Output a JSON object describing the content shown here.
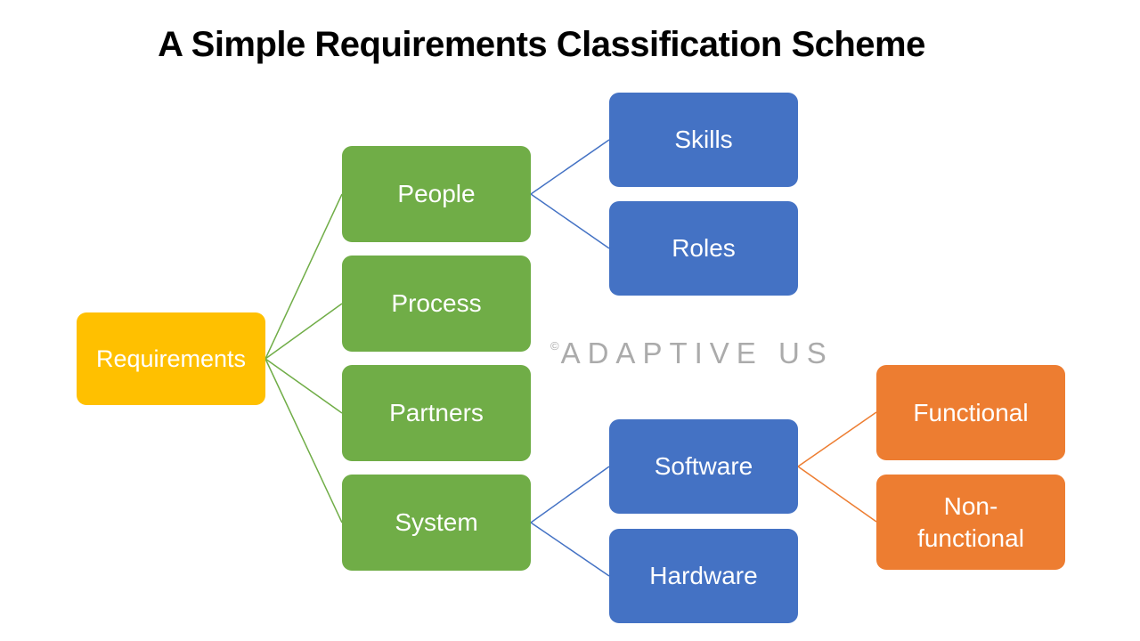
{
  "title": "A Simple Requirements Classification Scheme",
  "watermark": {
    "copyright": "©",
    "brand": "ADAPTIVE US"
  },
  "colors": {
    "root_box": "#FFC000",
    "level1_box": "#70AD47",
    "level2_box": "#4472C4",
    "level3_box": "#ED7D31",
    "connector_green": "#70AD47",
    "connector_blue": "#4472C4",
    "connector_orange": "#ED7D31",
    "box_text": "#FFFFFF",
    "title_text": "#000000",
    "watermark_text": "#ABABAB",
    "background": "#FFFFFF"
  },
  "nodes": {
    "requirements": {
      "label": "Requirements"
    },
    "people": {
      "label": "People"
    },
    "process": {
      "label": "Process"
    },
    "partners": {
      "label": "Partners"
    },
    "system": {
      "label": "System"
    },
    "skills": {
      "label": "Skills"
    },
    "roles": {
      "label": "Roles"
    },
    "software": {
      "label": "Software"
    },
    "hardware": {
      "label": "Hardware"
    },
    "functional": {
      "label": "Functional"
    },
    "nonfunctional": {
      "label": "Non-\nfunctional"
    }
  },
  "edges": [
    {
      "from": "Requirements",
      "to": "People"
    },
    {
      "from": "Requirements",
      "to": "Process"
    },
    {
      "from": "Requirements",
      "to": "Partners"
    },
    {
      "from": "Requirements",
      "to": "System"
    },
    {
      "from": "People",
      "to": "Skills"
    },
    {
      "from": "People",
      "to": "Roles"
    },
    {
      "from": "System",
      "to": "Software"
    },
    {
      "from": "System",
      "to": "Hardware"
    },
    {
      "from": "Software",
      "to": "Functional"
    },
    {
      "from": "Software",
      "to": "Non-functional"
    }
  ]
}
